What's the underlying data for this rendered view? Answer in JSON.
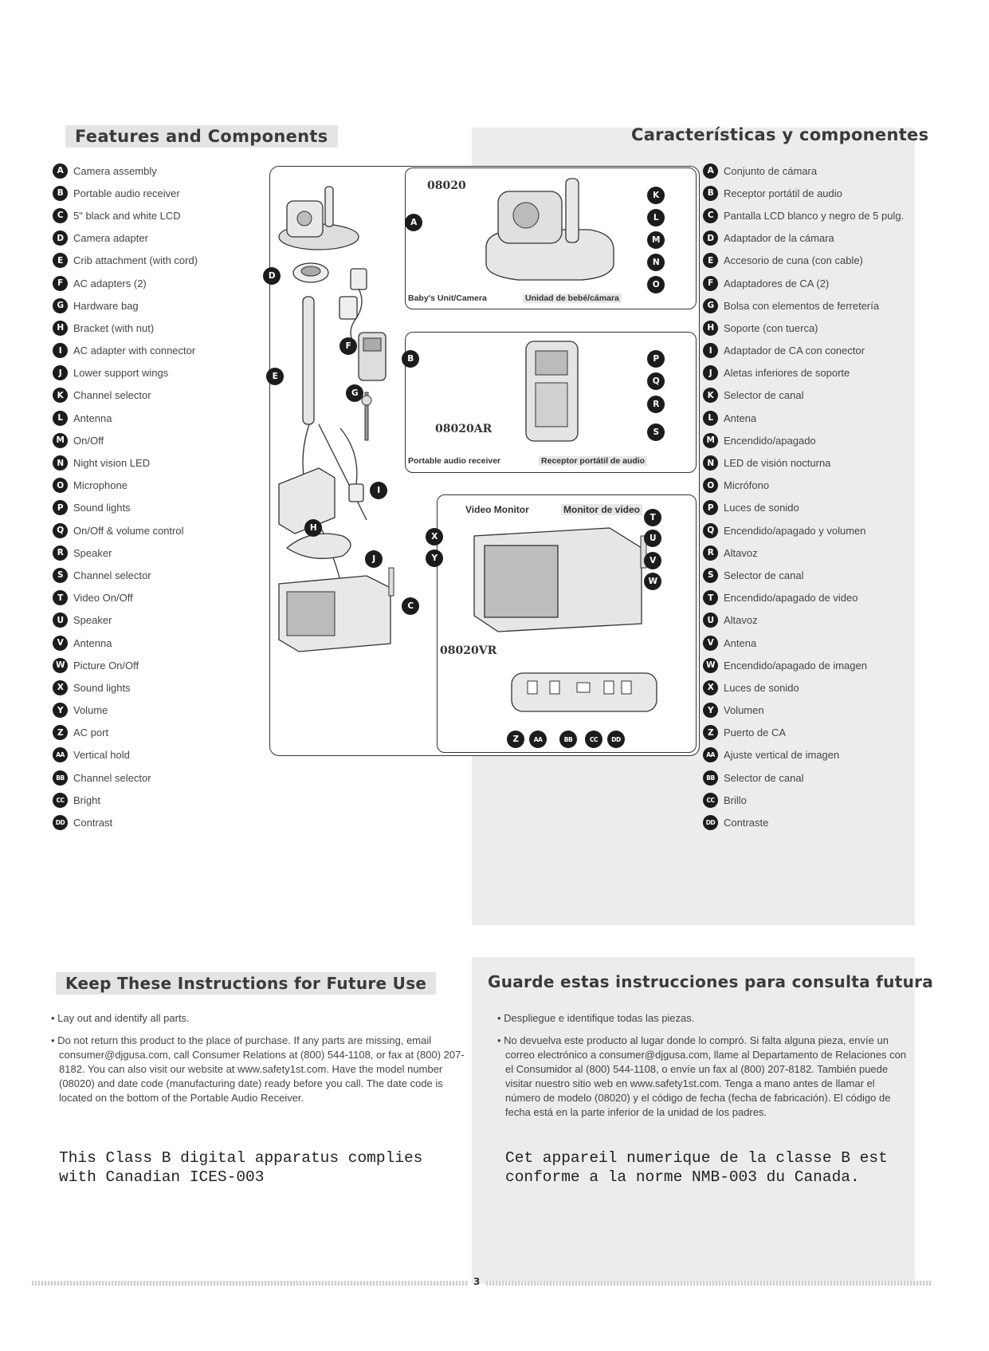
{
  "features_heading": "Features and Components",
  "caracteristicas_heading": "Características y componentes",
  "components_en": [
    {
      "letter": "A",
      "label": "Camera assembly"
    },
    {
      "letter": "B",
      "label": "Portable audio receiver"
    },
    {
      "letter": "C",
      "label": "5\" black and white LCD"
    },
    {
      "letter": "D",
      "label": "Camera adapter"
    },
    {
      "letter": "E",
      "label": "Crib attachment (with cord)"
    },
    {
      "letter": "F",
      "label": "AC adapters (2)"
    },
    {
      "letter": "G",
      "label": "Hardware bag"
    },
    {
      "letter": "H",
      "label": "Bracket (with nut)"
    },
    {
      "letter": "I",
      "label": "AC adapter with connector"
    },
    {
      "letter": "J",
      "label": "Lower support wings"
    },
    {
      "letter": "K",
      "label": "Channel selector"
    },
    {
      "letter": "L",
      "label": "Antenna"
    },
    {
      "letter": "M",
      "label": "On/Off"
    },
    {
      "letter": "N",
      "label": "Night vision LED"
    },
    {
      "letter": "O",
      "label": "Microphone"
    },
    {
      "letter": "P",
      "label": "Sound lights"
    },
    {
      "letter": "Q",
      "label": "On/Off & volume control"
    },
    {
      "letter": "R",
      "label": "Speaker"
    },
    {
      "letter": "S",
      "label": "Channel selector"
    },
    {
      "letter": "T",
      "label": "Video On/Off"
    },
    {
      "letter": "U",
      "label": "Speaker"
    },
    {
      "letter": "V",
      "label": "Antenna"
    },
    {
      "letter": "W",
      "label": "Picture On/Off"
    },
    {
      "letter": "X",
      "label": "Sound lights"
    },
    {
      "letter": "Y",
      "label": "Volume"
    },
    {
      "letter": "Z",
      "label": "AC port"
    },
    {
      "letter": "AA",
      "label": "Vertical hold"
    },
    {
      "letter": "BB",
      "label": "Channel selector"
    },
    {
      "letter": "CC",
      "label": "Bright"
    },
    {
      "letter": "DD",
      "label": "Contrast"
    }
  ],
  "components_es": [
    {
      "letter": "A",
      "label": "Conjunto de cámara"
    },
    {
      "letter": "B",
      "label": "Receptor portátil de audio"
    },
    {
      "letter": "C",
      "label": "Pantalla LCD blanco y negro de 5 pulg."
    },
    {
      "letter": "D",
      "label": "Adaptador de la cámara"
    },
    {
      "letter": "E",
      "label": "Accesorio de cuna (con cable)"
    },
    {
      "letter": "F",
      "label": "Adaptadores de CA (2)"
    },
    {
      "letter": "G",
      "label": "Bolsa con elementos de ferretería"
    },
    {
      "letter": "H",
      "label": "Soporte (con tuerca)"
    },
    {
      "letter": "I",
      "label": "Adaptador de CA con conector"
    },
    {
      "letter": "J",
      "label": "Aletas inferiores de soporte"
    },
    {
      "letter": "K",
      "label": "Selector de canal"
    },
    {
      "letter": "L",
      "label": "Antena"
    },
    {
      "letter": "M",
      "label": "Encendido/apagado"
    },
    {
      "letter": "N",
      "label": "LED de visión nocturna"
    },
    {
      "letter": "O",
      "label": "Micrófono"
    },
    {
      "letter": "P",
      "label": "Luces de sonido"
    },
    {
      "letter": "Q",
      "label": "Encendido/apagado y volumen"
    },
    {
      "letter": "R",
      "label": "Altavoz"
    },
    {
      "letter": "S",
      "label": "Selector de canal"
    },
    {
      "letter": "T",
      "label": "Encendido/apagado de video"
    },
    {
      "letter": "U",
      "label": "Altavoz"
    },
    {
      "letter": "V",
      "label": "Antena"
    },
    {
      "letter": "W",
      "label": "Encendido/apagado de imagen"
    },
    {
      "letter": "X",
      "label": "Luces de sonido"
    },
    {
      "letter": "Y",
      "label": "Volumen"
    },
    {
      "letter": "Z",
      "label": "Puerto de CA"
    },
    {
      "letter": "AA",
      "label": "Ajuste vertical de imagen"
    },
    {
      "letter": "BB",
      "label": "Selector de canal"
    },
    {
      "letter": "CC",
      "label": "Brillo"
    },
    {
      "letter": "DD",
      "label": "Contraste"
    }
  ],
  "diagram": {
    "camera_model": "08020",
    "camera_caption_en": "Baby's Unit/Camera",
    "camera_caption_es": "Unidad de bebé/cámara",
    "receiver_model": "08020AR",
    "receiver_caption_en": "Portable audio receiver",
    "receiver_caption_es": "Receptor portátil de audio",
    "monitor_model": "08020VR",
    "monitor_caption_en": "Video Monitor",
    "monitor_caption_es": "Monitor de video"
  },
  "keep_heading": "Keep These Instructions for Future Use",
  "guarde_heading": "Guarde estas instrucciones para consulta futura",
  "instructions_en": [
    "Lay out and identify all parts.",
    "Do not return this product to the place of purchase. If any parts are missing, email consumer@djgusa.com, call Consumer Relations at (800) 544-1108, or fax at (800) 207-8182. You can also visit our website at www.safety1st.com. Have the model number (08020) and date code (manufacturing date) ready before you call. The date code is located on the bottom of the Portable Audio Receiver."
  ],
  "instructions_es": [
    "Despliegue e identifique todas las piezas.",
    "No devuelva este producto al lugar donde lo compró. Si falta alguna pieza, envíe un correo electrónico a consumer@djgusa.com, llame al Departamento de Relaciones con el Consumidor al (800) 544-1108, o envíe un fax al (800) 207-8182. También puede visitar nuestro sitio web en www.safety1st.com. Tenga a mano antes de llamar el número de modelo (08020) y el código de fecha (fecha de fabricación). El código de fecha está en la parte inferior de la unidad de los padres."
  ],
  "compliance_en": "This Class B digital apparatus complies with Canadian ICES-003",
  "compliance_fr": "Cet appareil numerique de la classe B est conforme a la norme NMB-003 du Canada.",
  "page_number": "3"
}
